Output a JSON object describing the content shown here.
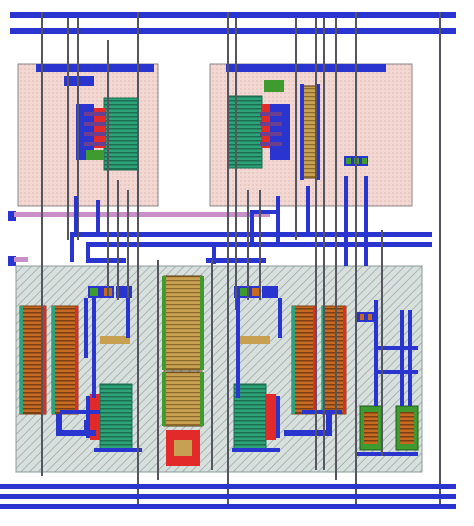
{
  "colors": {
    "background": "#ffffff",
    "metal_blue": "#2a35cf",
    "metal_dark": "#1f2aa3",
    "poly_gray": "#55555f",
    "well_pink": "#f3d7d2",
    "well_pink_border": "#8a8a8a",
    "cell_gray": "#d3dcda",
    "cell_hatch": "#a9b5b3",
    "diffusion_green": "#2ea37a",
    "diffusion_orange": "#c56a22",
    "poly_red": "#e22a2a",
    "implant_pink": "#c98fc9",
    "contact_yellow": "#c9b94a",
    "active_green": "#3f9a2f"
  },
  "regions": [
    {
      "key": "top-left-well-block"
    },
    {
      "key": "top-right-well-block"
    },
    {
      "key": "bottom-transistor-array"
    }
  ],
  "legend": []
}
